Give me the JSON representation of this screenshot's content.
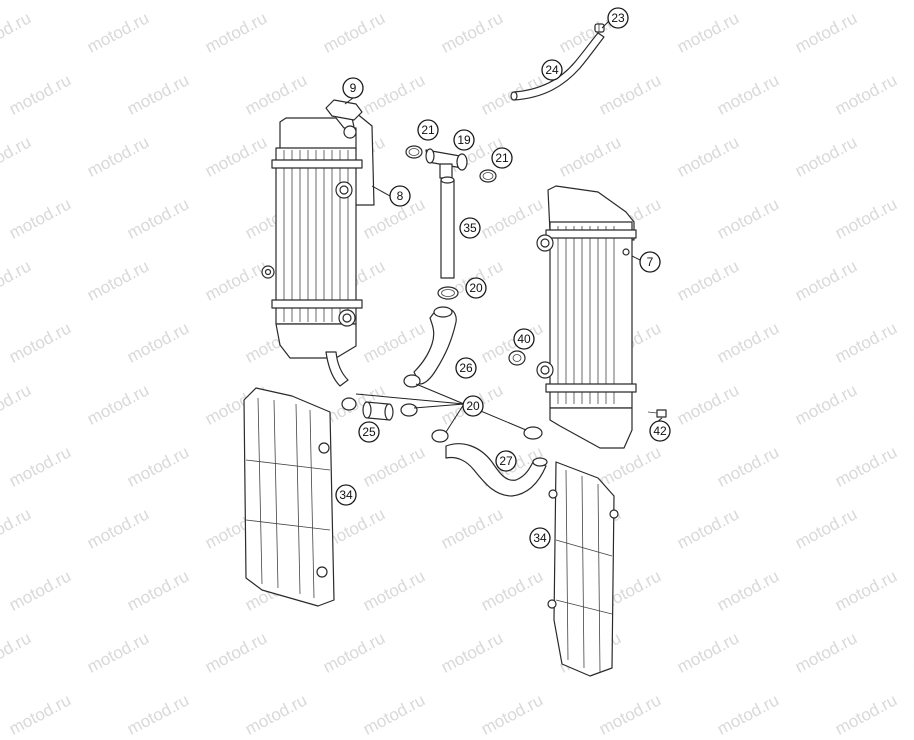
{
  "watermark": {
    "text": "motod.ru",
    "color": "#d9d9d9"
  },
  "diagram": {
    "title": "",
    "line_color": "#2a2a2a",
    "background": "#ffffff"
  },
  "callouts": [
    {
      "id": "c23",
      "label": "23",
      "part": "hose-clip-small"
    },
    {
      "id": "c24",
      "label": "24",
      "part": "overflow-hose"
    },
    {
      "id": "c9",
      "label": "9",
      "part": "radiator-cap"
    },
    {
      "id": "c21a",
      "label": "21",
      "part": "hose-clamp-left"
    },
    {
      "id": "c19",
      "label": "19",
      "part": "thermostat-housing"
    },
    {
      "id": "c21b",
      "label": "21",
      "part": "hose-clamp-right"
    },
    {
      "id": "c8",
      "label": "8",
      "part": "radiator-left"
    },
    {
      "id": "c35",
      "label": "35",
      "part": "connecting-pipe"
    },
    {
      "id": "c7",
      "label": "7",
      "part": "radiator-right"
    },
    {
      "id": "c20a",
      "label": "20",
      "part": "hose-clamp-upper"
    },
    {
      "id": "c40",
      "label": "40",
      "part": "grommet"
    },
    {
      "id": "c26",
      "label": "26",
      "part": "radiator-hose-upper"
    },
    {
      "id": "c20b",
      "label": "20",
      "part": "hose-clamps-group"
    },
    {
      "id": "c25",
      "label": "25",
      "part": "hose-sleeve"
    },
    {
      "id": "c42",
      "label": "42",
      "part": "screw"
    },
    {
      "id": "c27",
      "label": "27",
      "part": "radiator-hose-lower"
    },
    {
      "id": "c34a",
      "label": "34",
      "part": "radiator-guard-left"
    },
    {
      "id": "c34b",
      "label": "34",
      "part": "radiator-guard-right"
    }
  ]
}
